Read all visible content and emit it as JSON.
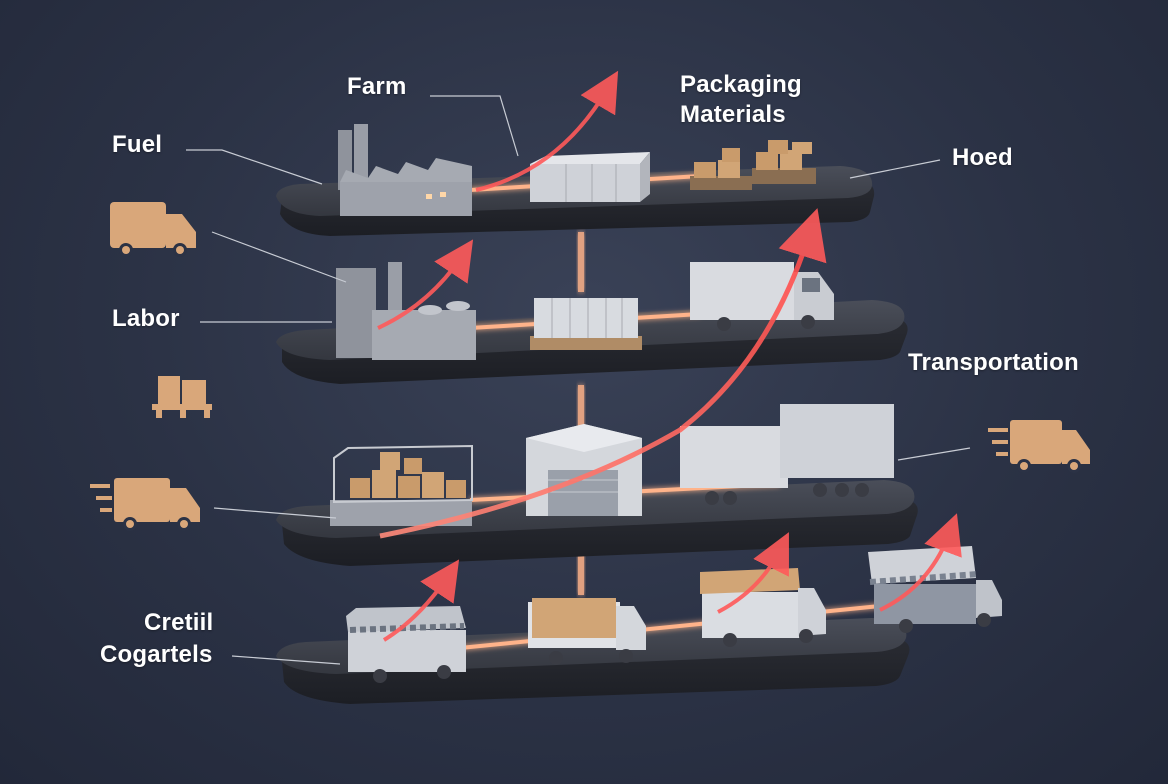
{
  "labels": {
    "farm": "Farm",
    "packaging": [
      "Packaging",
      "Materials"
    ],
    "fuel": "Fuel",
    "hoed": "Hoed",
    "labor": "Labor",
    "transportation": "Transportation",
    "retail": [
      "Cretiil",
      "Cogartels"
    ]
  },
  "colors": {
    "background": "#2b3245",
    "platform": "#3b3e48",
    "glow_line": "#ffb38a",
    "cost_arrow": "#ff5a5a",
    "icon_tan": "#d9a77a",
    "label": "#ffffff"
  },
  "icons": [
    "factory-icon",
    "boxes-icon",
    "pallet-boxes-icon",
    "delivery-truck-icon",
    "fast-delivery-truck-icon",
    "warehouse-icon",
    "semi-truck-icon",
    "market-stall-truck-icon",
    "cost-increase-arrow-icon"
  ]
}
